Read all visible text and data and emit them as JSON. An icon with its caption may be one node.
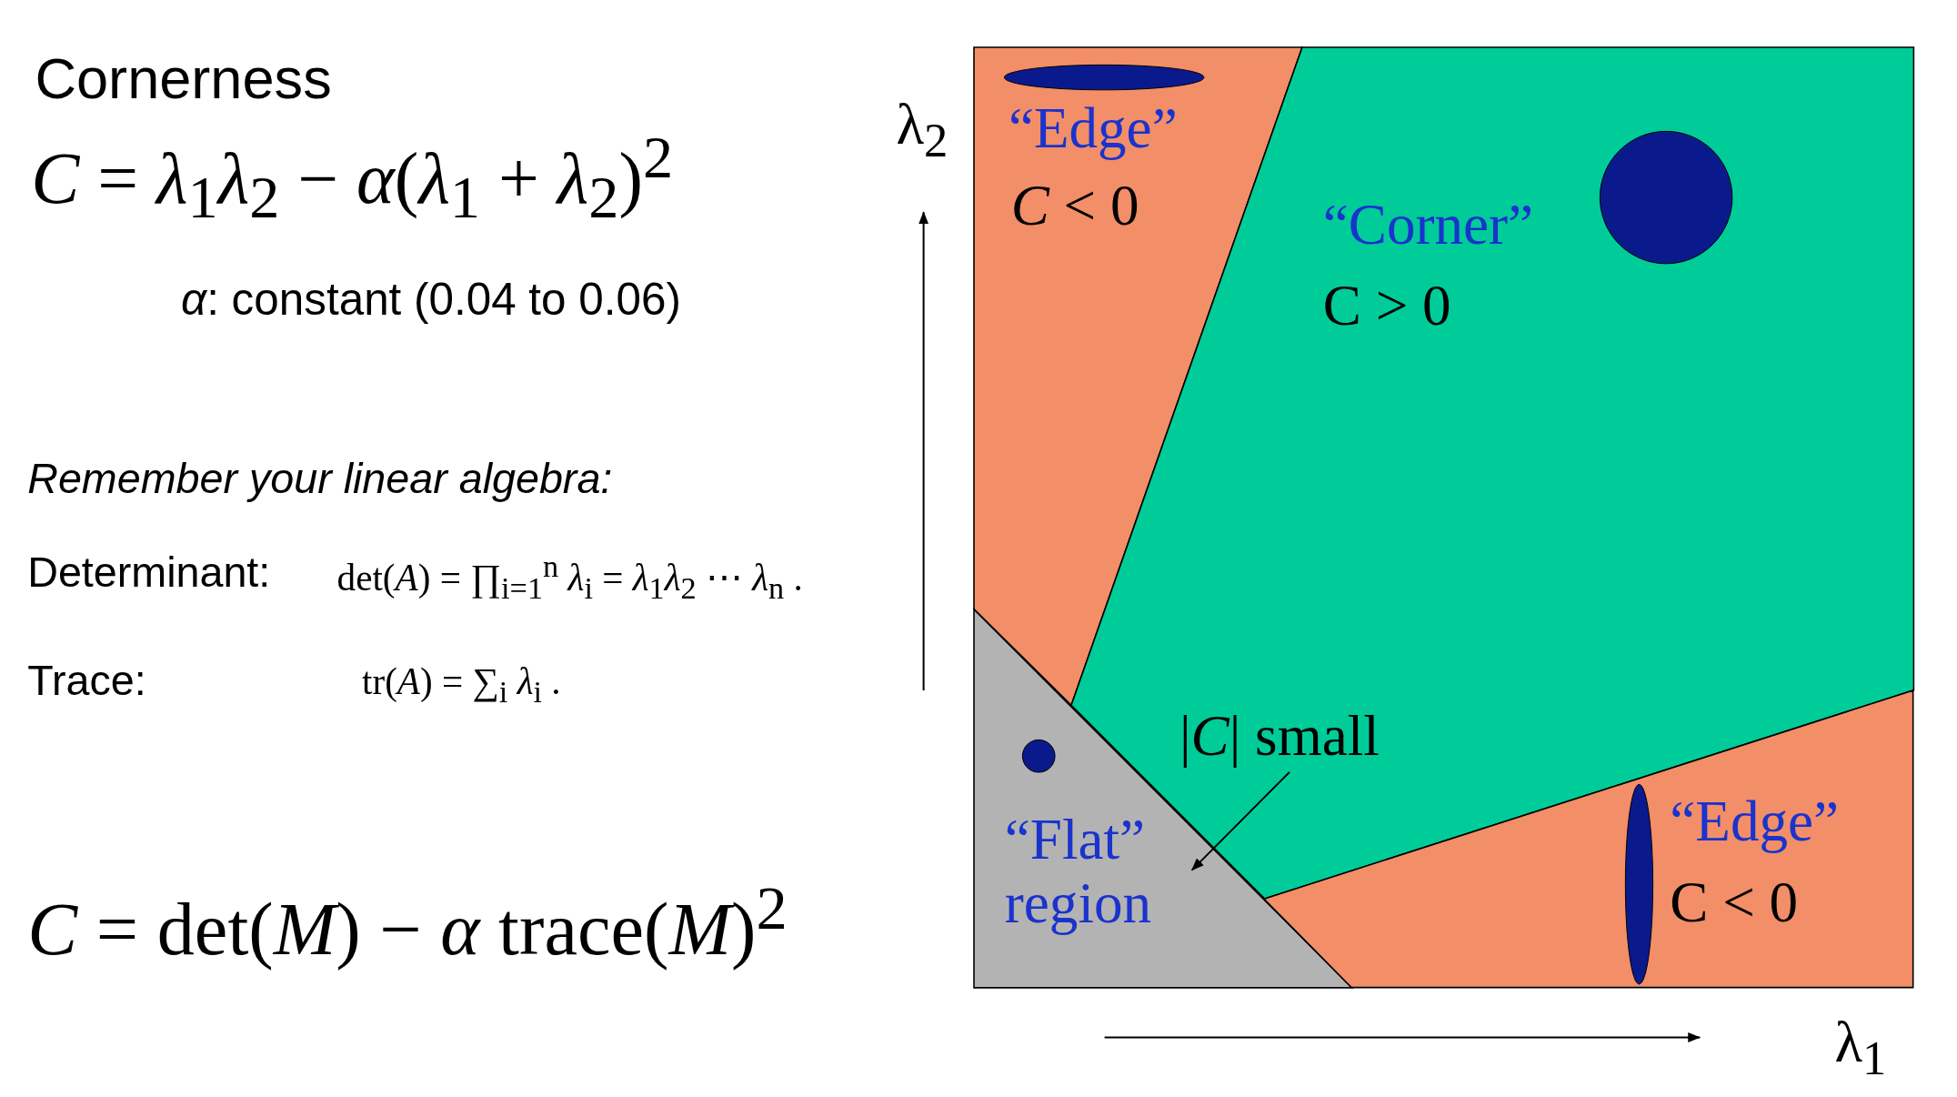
{
  "diagram": {
    "title": "Cornerness",
    "nodes": [
      {
        "text": [
          "“Edge”",
          "*C* < 0"
        ]
      },
      {
        "text": [
          "“Corner”",
          "C > 0"
        ]
      },
      {
        "text": [
          "“Flat” region"
        ]
      },
      {
        "text": [
          "“Edge”",
          "C < 0"
        ]
      },
      {
        "text": [
          "|*C*| small"
        ],
        "in": 1
      },
      {
        "text": [],
        "shape": "ellipse",
        "in": 0
      },
      {
        "text": [],
        "shape": "circle",
        "in": 1
      },
      {
        "text": [],
        "shape": "circle",
        "in": 2
      },
      {
        "text": [],
        "shape": "ellipse",
        "in": 3
      }
    ],
    "edges": [
      {
        "from": 4,
        "to": 2,
        "arrow": "to"
      }
    ],
    "labels": [
      "*C* = *λ*$_{1}$*λ*$_{2}$ − *α*(*λ*$_{1}$ + *λ*$_{2}$)$^{2}$",
      "*α*: constant (0.04 to 0.06)",
      "Remember your linear algebra:",
      "Determinant:",
      "det(*A*) = ∏$_{i=1}$$^{n}$ *λ*$_{i}$ = *λ*$_{1}$*λ*$_{2}$ ⋯ *λ*$_{n}$ .",
      "Trace:",
      "tr(*A*) = ∑$_{i}$ *λ*$_{i}$ .",
      "*C* = det(*M*) − *α* trace(*M*)$^{2}$",
      "λ$_{2}$",
      "λ$_{1}$"
    ]
  }
}
